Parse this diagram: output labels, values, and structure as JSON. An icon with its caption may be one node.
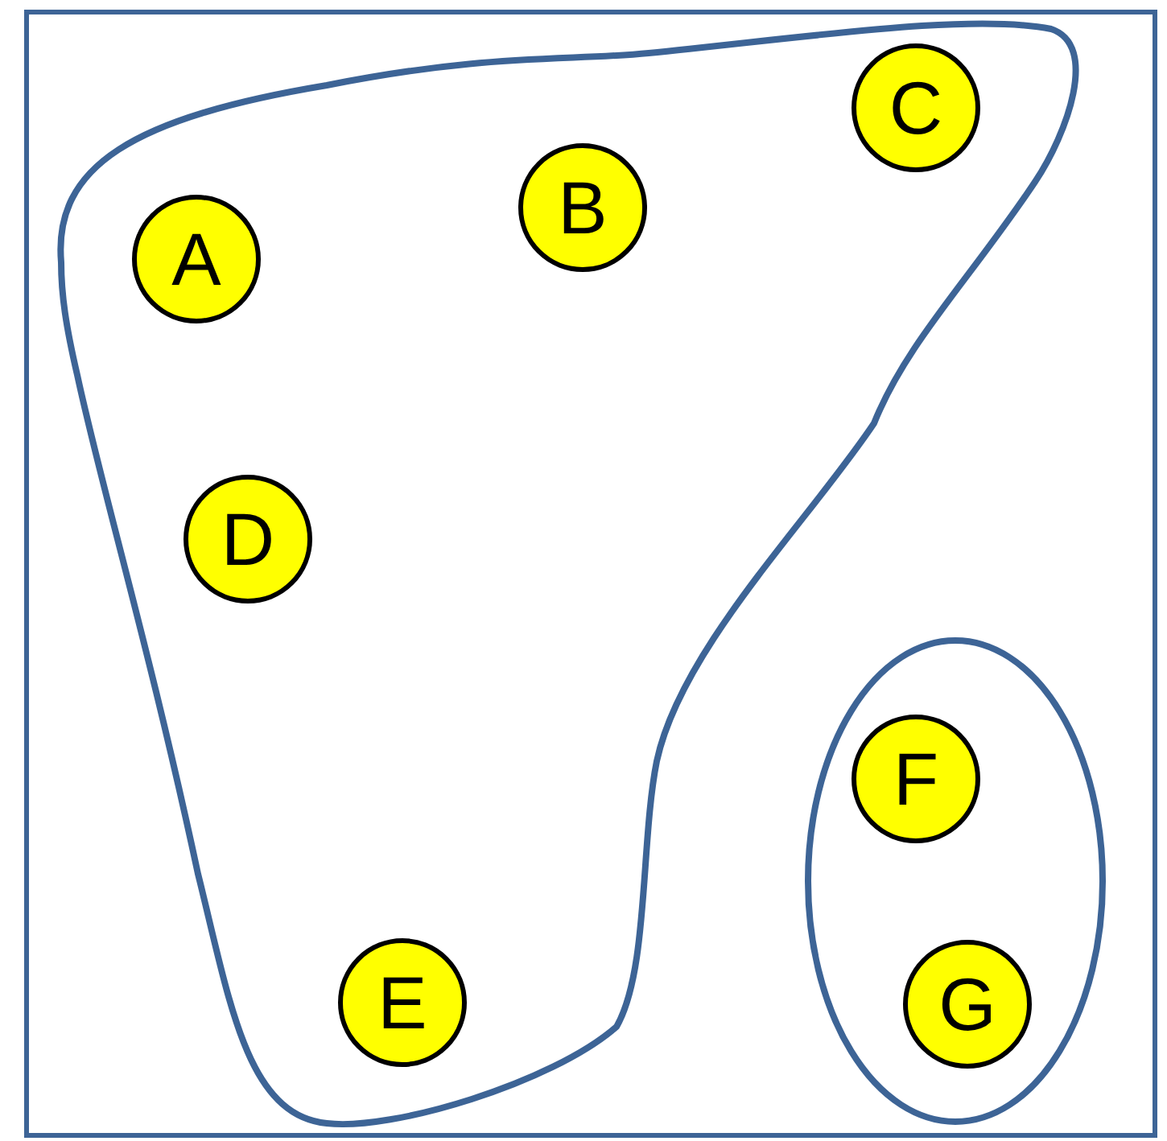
{
  "diagram": {
    "nodes": [
      {
        "text": [],
        "shape": "box"
      },
      {
        "text": [],
        "shape": "blob",
        "in": 0
      },
      {
        "text": [
          "A"
        ],
        "in": 1
      },
      {
        "text": [
          "B"
        ],
        "in": 1
      },
      {
        "text": [
          "C"
        ],
        "in": 1
      },
      {
        "text": [
          "D"
        ],
        "in": 1
      },
      {
        "text": [
          "E"
        ],
        "in": 1
      },
      {
        "text": [],
        "shape": "ellipse",
        "in": 0
      },
      {
        "text": [
          "F"
        ],
        "in": 7
      },
      {
        "text": [
          "G"
        ],
        "in": 7
      }
    ]
  }
}
